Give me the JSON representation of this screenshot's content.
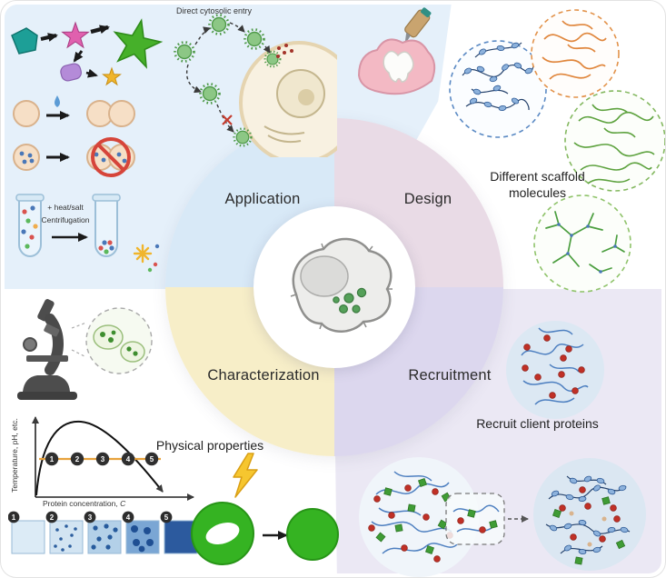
{
  "palette": {
    "application_panel": "#e5f0fa",
    "application_arc": "#d8e9f7",
    "design_arc": "#e9dbe6",
    "characterization_arc": "#f7eec8",
    "recruitment_panel": "#ebe8f4",
    "recruitment_arc": "#dcd7ee",
    "condensate_green": "#35b322",
    "phase_line_orange": "#e8a23c",
    "client_dot_red": "#c03026",
    "scaffold_blue": "#4d7fc0"
  },
  "wheel": {
    "center_icon": "cell-with-condensates-icon",
    "sections": [
      {
        "id": "application",
        "label": "Application"
      },
      {
        "id": "design",
        "label": "Design"
      },
      {
        "id": "characterization",
        "label": "Characterization"
      },
      {
        "id": "recruitment",
        "label": "Recruitment"
      }
    ]
  },
  "application": {
    "cytosolic_label": "Direct cytosolic entry",
    "arrow_label_top": "+ heat/salt",
    "arrow_label_bottom": "Centrifugation"
  },
  "design": {
    "caption": "Different scaffold molecules"
  },
  "recruitment": {
    "caption": "Recruit client proteins"
  },
  "characterization": {
    "caption": "Physical properties",
    "graph": {
      "ylabel": "Temperature, pH, etc.",
      "xlabel_prefix": "Protein concentration, ",
      "xlabel_variable": "C",
      "points": [
        "1",
        "2",
        "3",
        "4",
        "5"
      ]
    },
    "squares": [
      "1",
      "2",
      "3",
      "4",
      "5"
    ]
  }
}
